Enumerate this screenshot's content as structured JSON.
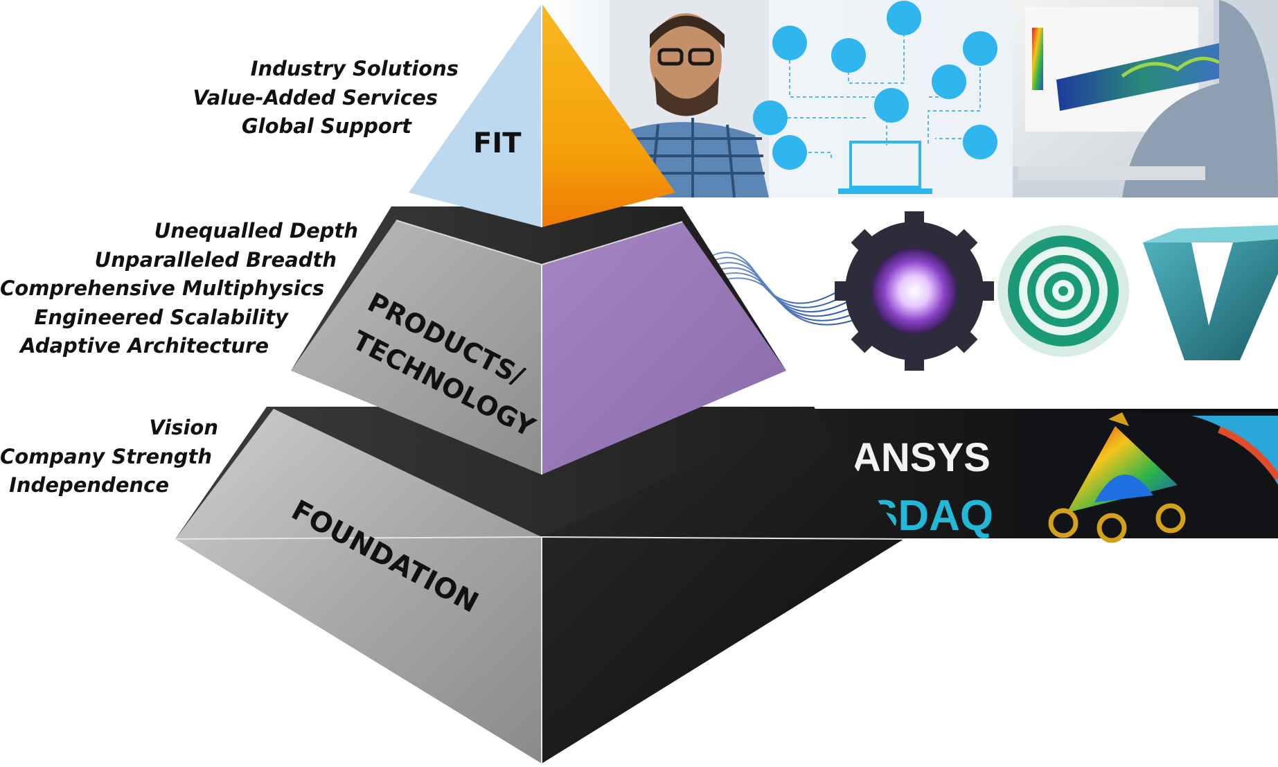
{
  "tiers": {
    "fit": {
      "label": "FIT",
      "bullets": [
        "Industry Solutions",
        "Value-Added Services",
        "Global Support"
      ]
    },
    "products": {
      "label_line1": "PRODUCTS/",
      "label_line2": "TECHNOLOGY",
      "bullets": [
        "Unequalled Depth",
        "Unparalleled Breadth",
        "Comprehensive Multiphysics",
        "Engineered Scalability",
        "Adaptive Architecture"
      ]
    },
    "foundation": {
      "label": "FOUNDATION",
      "bullets": [
        "Vision",
        "Company Strength",
        "Independence"
      ]
    }
  },
  "banner": {
    "ansys_partial": "ANSYS",
    "nasdaq_partial": "SDAQ"
  },
  "colors": {
    "fit_left": "#bcd9f0",
    "fit_right": "#f7a60e",
    "products_right": "#9b7cb9",
    "products_left": "#a8a8a8",
    "foundation_right": "#1f1f1f",
    "foundation_left": "#b0b0b0"
  }
}
